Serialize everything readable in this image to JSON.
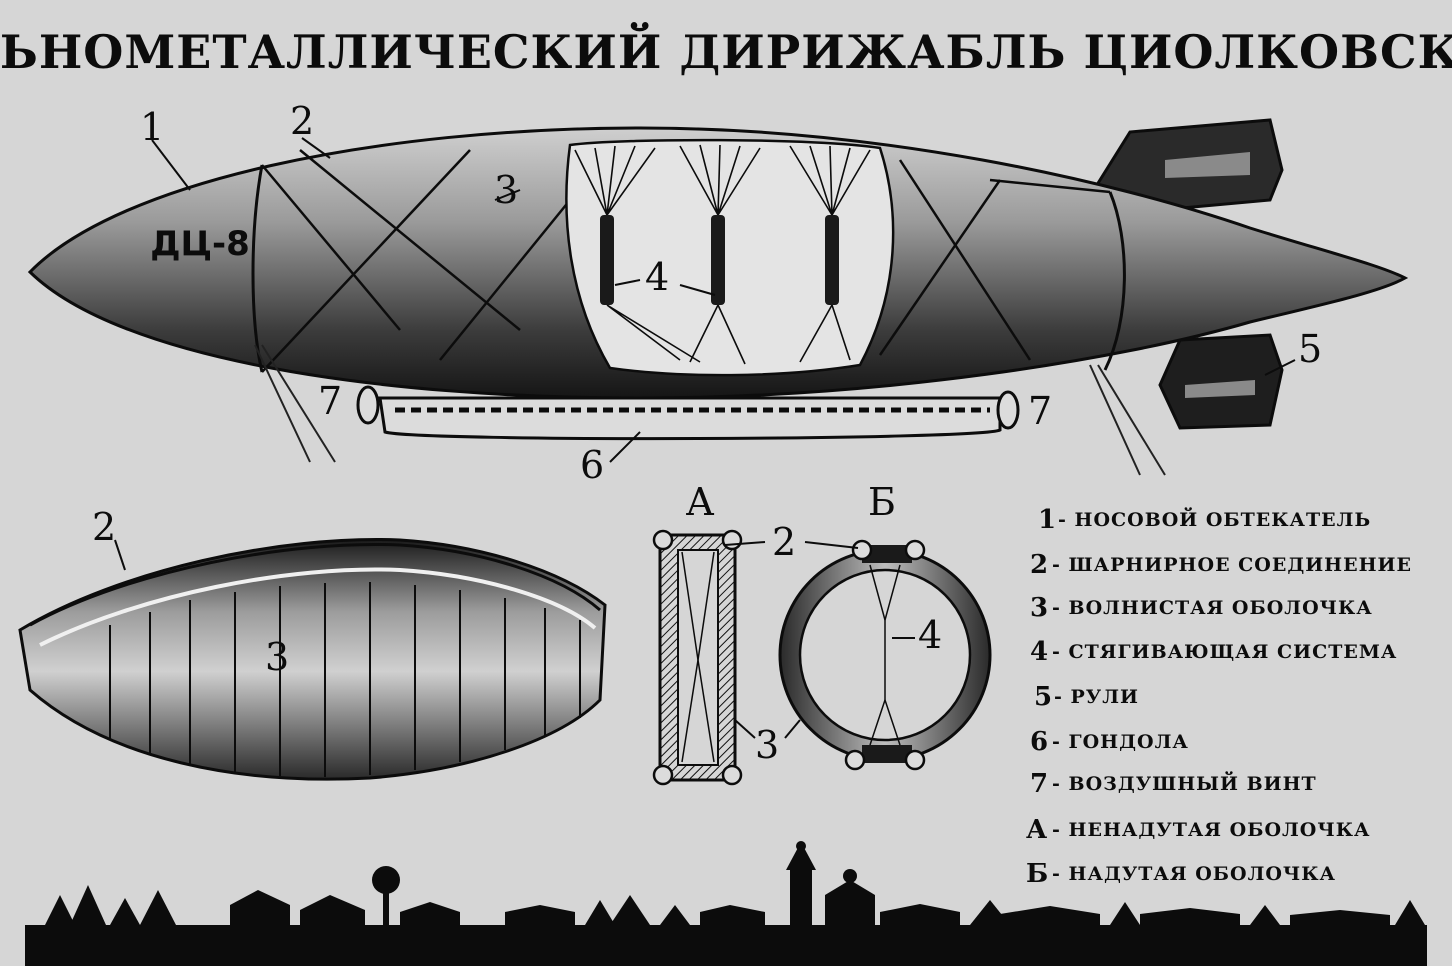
{
  "title": "ЦЕЛЬНОМЕТАЛЛИЧЕСКИЙ ДИРИЖАБЛЬ ЦИОЛКОВСКОГО",
  "hull_marking": "ДЦ-8",
  "callouts": {
    "n1": "1",
    "n2": "2",
    "n3": "3",
    "n4": "4",
    "n5": "5",
    "n6": "6",
    "n7_left": "7",
    "n7_right": "7",
    "shell_2": "2",
    "shell_3": "3",
    "section_a": "А",
    "section_b": "Б",
    "ring_2": "2",
    "ring_3": "3",
    "ring_4": "4"
  },
  "legend": [
    {
      "key": "1",
      "text": "НОСОВОЙ ОБТЕКАТЕЛЬ"
    },
    {
      "key": "2",
      "text": "ШАРНИРНОЕ СОЕДИНЕНИЕ"
    },
    {
      "key": "3",
      "text": "ВОЛНИСТАЯ ОБОЛОЧКА"
    },
    {
      "key": "4",
      "text": "СТЯГИВАЮЩАЯ СИСТЕМА"
    },
    {
      "key": "5",
      "text": "РУЛИ"
    },
    {
      "key": "6",
      "text": "ГОНДОЛА"
    },
    {
      "key": "7",
      "text": "ВОЗДУШНЫЙ ВИНТ"
    },
    {
      "key": "А",
      "text": "НЕНАДУТАЯ ОБОЛОЧКА"
    },
    {
      "key": "Б",
      "text": "НАДУТАЯ ОБОЛОЧКА"
    }
  ],
  "colors": {
    "paper": "#d6d6d6",
    "ink": "#0c0c0c",
    "shade": "#3a3a3a"
  }
}
